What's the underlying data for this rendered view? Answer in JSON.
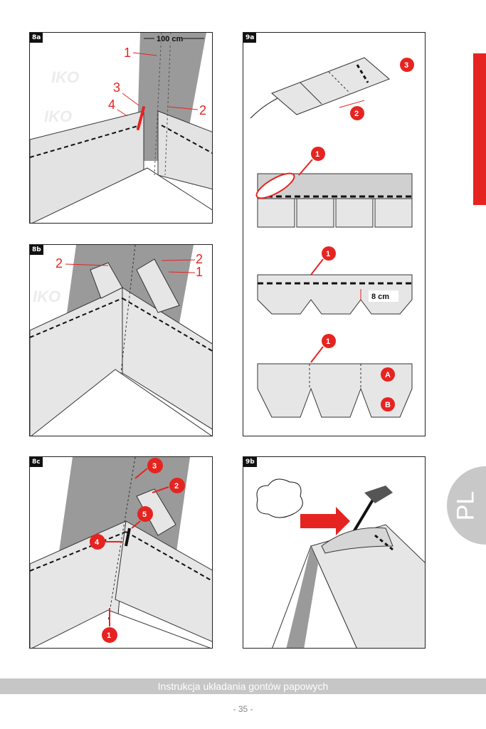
{
  "panels": {
    "p8a": {
      "tag": "8a",
      "dimension": "100 cm",
      "labels": [
        "1",
        "2",
        "3",
        "4"
      ]
    },
    "p8b": {
      "tag": "8b",
      "labels": [
        "2",
        "2",
        "1"
      ]
    },
    "p8c": {
      "tag": "8c",
      "labels": [
        "1",
        "2",
        "3",
        "4",
        "5"
      ]
    },
    "p9a": {
      "tag": "9a",
      "labels": [
        "1",
        "2",
        "3"
      ],
      "callouts": [
        "1",
        "1",
        "1"
      ],
      "dimension": "8 cm",
      "letters": [
        "A",
        "B"
      ]
    },
    "p9b": {
      "tag": "9b"
    }
  },
  "watermark": "IKO",
  "side_tab": "PL",
  "footer": {
    "title": "Instrukcja układania gontów papowych",
    "page": "- 35 -"
  },
  "colors": {
    "accent": "#e52421",
    "membrane": "#9a9a9a",
    "shingle": "#e6e6e6"
  }
}
